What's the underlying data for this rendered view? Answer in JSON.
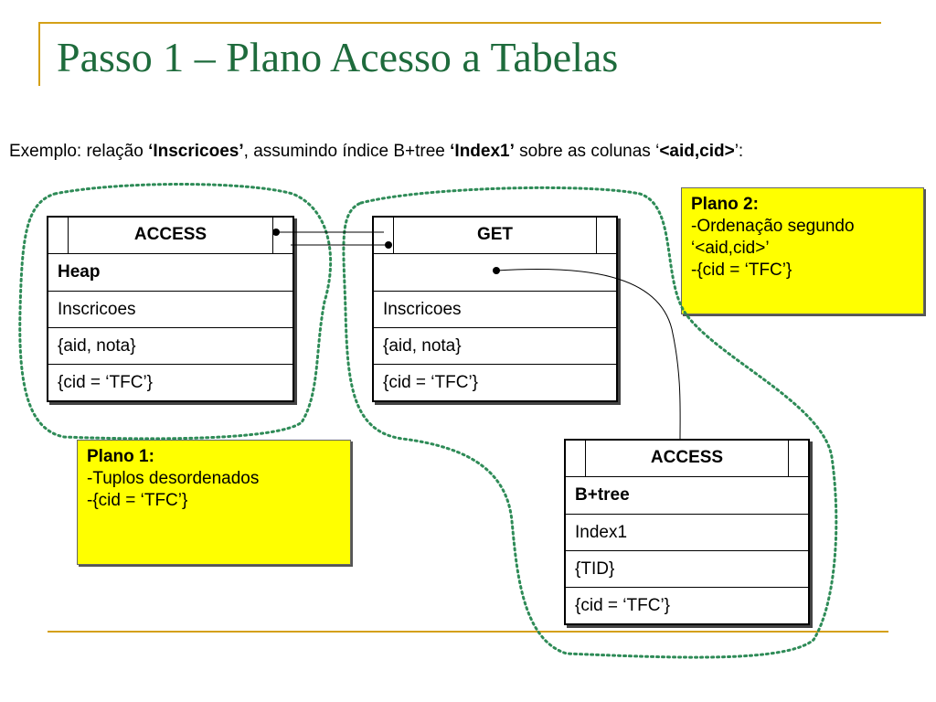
{
  "title": "Passo 1 – Plano Acesso a Tabelas",
  "intro": {
    "t1": "Exemplo: relação ",
    "b1": "‘Inscricoes’",
    "t2": ", assumindo índice B+tree ",
    "b2": "‘Index1’",
    "t3": " sobre as colunas ‘",
    "b3": "<aid,cid>",
    "t4": "’:"
  },
  "nodes": {
    "access_heap": {
      "header": "ACCESS",
      "rows": [
        "Heap",
        "Inscricoes",
        "{aid, nota}",
        "{cid = ‘TFC’}"
      ]
    },
    "get": {
      "header": "GET",
      "rows": [
        "",
        "Inscricoes",
        "{aid, nota}",
        "{cid = ‘TFC’}"
      ]
    },
    "access_btree": {
      "header": "ACCESS",
      "rows": [
        "B+tree",
        "Index1",
        "{TID}",
        "{cid = ‘TFC’}"
      ]
    }
  },
  "notes": {
    "plano1": {
      "title": "Plano 1:",
      "lines": [
        "-Tuplos desordenados",
        "-{cid = ‘TFC’}"
      ]
    },
    "plano2": {
      "title": "Plano 2:",
      "lines": [
        "-Ordenação segundo",
        "‘<aid,cid>’",
        "-{cid = ‘TFC’}"
      ]
    }
  },
  "colors": {
    "title": "#1e6b3c",
    "frame": "#d4a017",
    "note_fill": "#ffff00",
    "dotted_outline": "#2e8b57"
  }
}
